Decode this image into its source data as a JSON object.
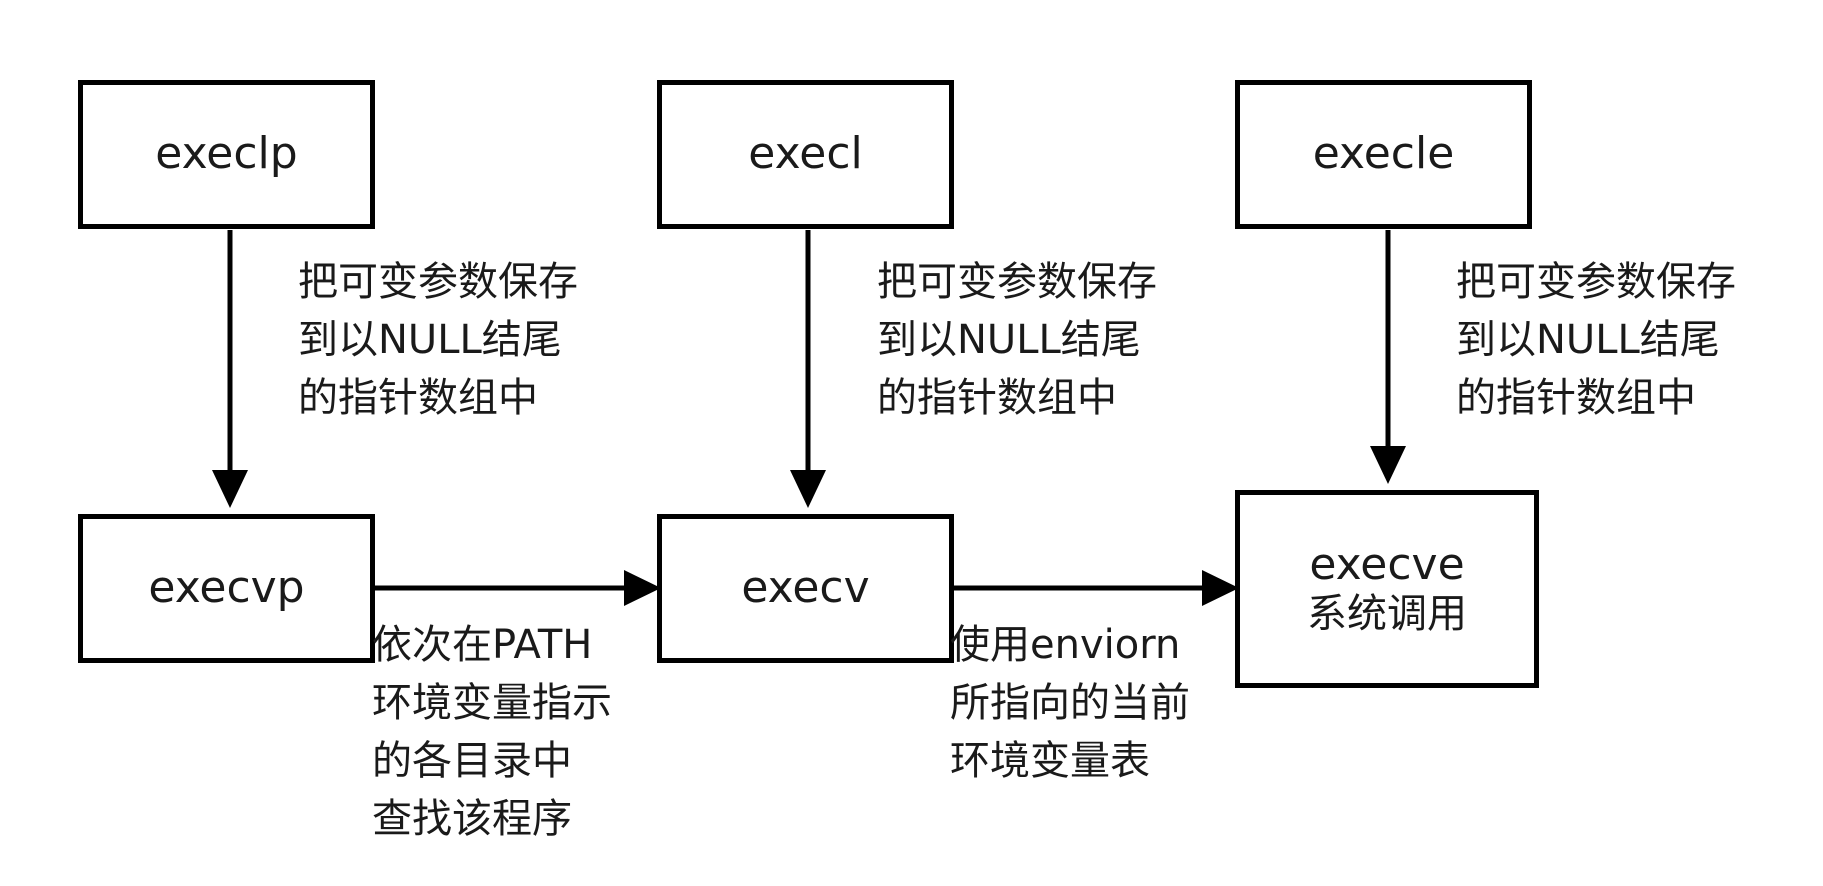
{
  "nodes": {
    "execlp": {
      "label": "execlp"
    },
    "execl": {
      "label": "execl"
    },
    "execle": {
      "label": "execle"
    },
    "execvp": {
      "label": "execvp"
    },
    "execv": {
      "label": "execv"
    },
    "execve": {
      "label": "execve",
      "sublabel": "系统调用"
    }
  },
  "annotations": {
    "execlp_to_execvp": [
      "把可变参数保存",
      "到以NULL结尾",
      "的指针数组中"
    ],
    "execl_to_execv": [
      "把可变参数保存",
      "到以NULL结尾",
      "的指针数组中"
    ],
    "execle_to_execve": [
      "把可变参数保存",
      "到以NULL结尾",
      "的指针数组中"
    ],
    "execvp_to_execv": [
      "依次在PATH",
      "环境变量指示",
      "的各目录中",
      "查找该程序"
    ],
    "execv_to_execve": [
      "使用enviorn",
      "所指向的当前",
      "环境变量表"
    ]
  }
}
